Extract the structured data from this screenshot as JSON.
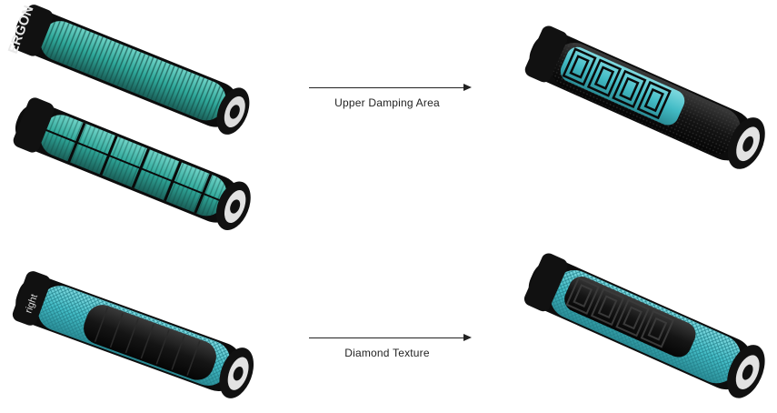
{
  "colors": {
    "teal": "#2fa89a",
    "teal_light": "#5cc6bb",
    "teal_dark": "#1e6f66",
    "aqua": "#4cc3cc",
    "black": "#111111"
  },
  "arrows": [
    {
      "label": "Upper Damping Area"
    },
    {
      "label": "Diamond Texture"
    }
  ],
  "brand_text": {
    "logo_text": "ERGON",
    "side_text": "right"
  }
}
